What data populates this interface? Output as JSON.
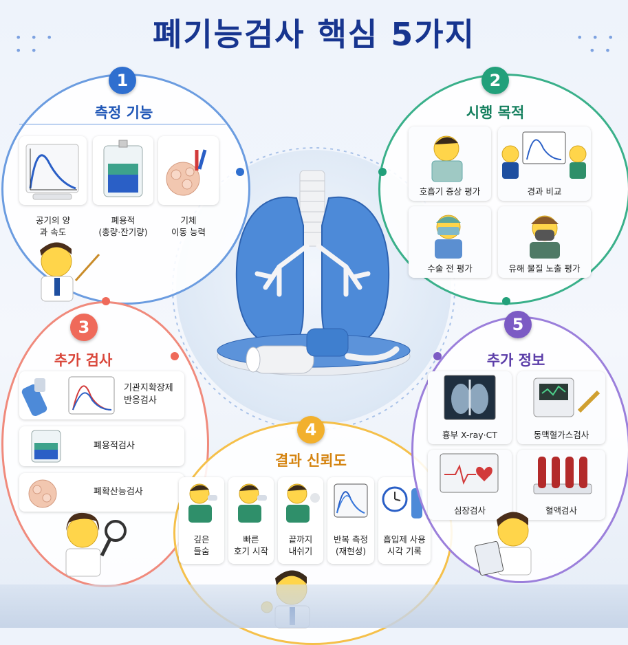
{
  "title": "폐기능검사 핵심 5가지",
  "colors": {
    "title": "#17358f",
    "s1": "#2f6fcf",
    "s2": "#22a07a",
    "s3": "#ef6a5a",
    "s4": "#f2b02d",
    "s5": "#7c5bc4"
  },
  "sections": [
    {
      "number": "1",
      "title": "측정 기능",
      "items": [
        {
          "icon": "flow-volume-graph-icon",
          "label": "공기의 양\n과 속도"
        },
        {
          "icon": "lung-volume-blocks-icon",
          "label": "폐용적\n(총량·잔기량)"
        },
        {
          "icon": "alveoli-gas-exchange-icon",
          "label": "기체\n이동 능력"
        }
      ]
    },
    {
      "number": "2",
      "title": "시행 목적",
      "items": [
        {
          "icon": "coughing-patient-icon",
          "label": "호흡기 증상 평가"
        },
        {
          "icon": "doctors-comparing-graph-icon",
          "label": "경과 비교"
        },
        {
          "icon": "surgeon-icon",
          "label": "수술 전 평가"
        },
        {
          "icon": "gas-mask-worker-icon",
          "label": "유해 물질 노출 평가"
        }
      ]
    },
    {
      "number": "3",
      "title": "추가 검사",
      "items": [
        {
          "icon": "inhaler-and-graph-icon",
          "label": "기관지확장제\n반응검사"
        },
        {
          "icon": "lung-volume-blocks-icon",
          "label": "폐용적검사"
        },
        {
          "icon": "alveoli-icon",
          "label": "폐확산능검사"
        }
      ]
    },
    {
      "number": "4",
      "title": "결과 신뢰도",
      "items": [
        {
          "icon": "deep-breath-icon",
          "label": "깊은\n들숨"
        },
        {
          "icon": "fast-exhale-icon",
          "label": "빠른\n호기 시작"
        },
        {
          "icon": "full-exhale-icon",
          "label": "끝까지\n내쉬기"
        },
        {
          "icon": "repeat-measure-monitor-icon",
          "label": "반복 측정\n(재현성)"
        },
        {
          "icon": "clock-inhaler-icon",
          "label": "흡입제 사용\n시각 기록"
        }
      ]
    },
    {
      "number": "5",
      "title": "추가 정보",
      "items": [
        {
          "icon": "chest-xray-icon",
          "label": "흉부 X-ray·CT"
        },
        {
          "icon": "blood-gas-analyzer-icon",
          "label": "동맥혈가스검사"
        },
        {
          "icon": "ecg-heart-monitor-icon",
          "label": "심장검사"
        },
        {
          "icon": "blood-tubes-icon",
          "label": "혈액검사"
        }
      ]
    }
  ]
}
